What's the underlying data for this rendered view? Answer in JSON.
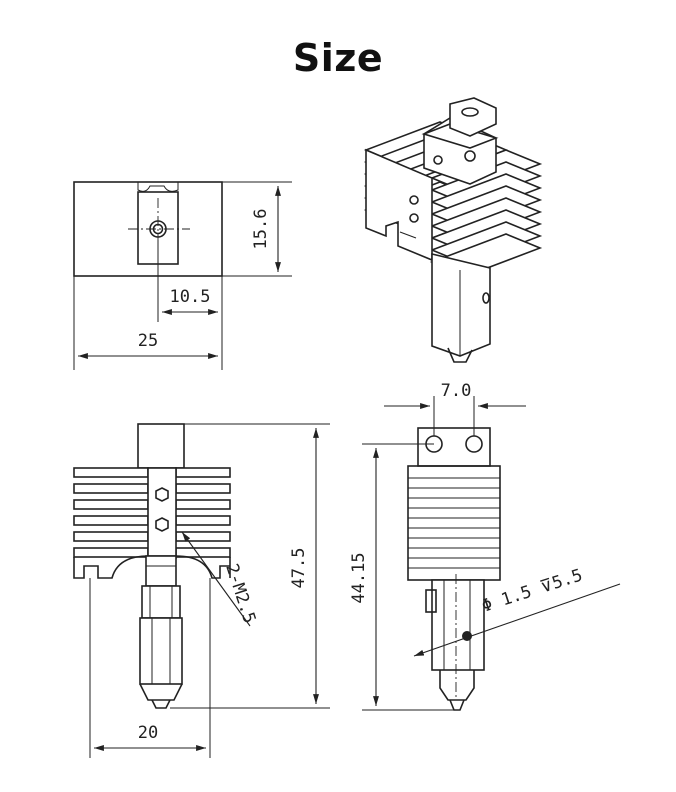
{
  "title": "Size",
  "dimensions": {
    "heater_block_height": "15.6",
    "heater_hole_offset": "10.5",
    "heater_block_width": "25",
    "total_height": "47.5",
    "thread_spec": "2-M2.5",
    "heatsink_width": "20",
    "hole_spacing": "7.0",
    "front_height": "44.15",
    "nozzle_hole": "Φ 1.5 ⊽5.5"
  },
  "icons": [
    "technical-drawing",
    "isometric-view"
  ]
}
